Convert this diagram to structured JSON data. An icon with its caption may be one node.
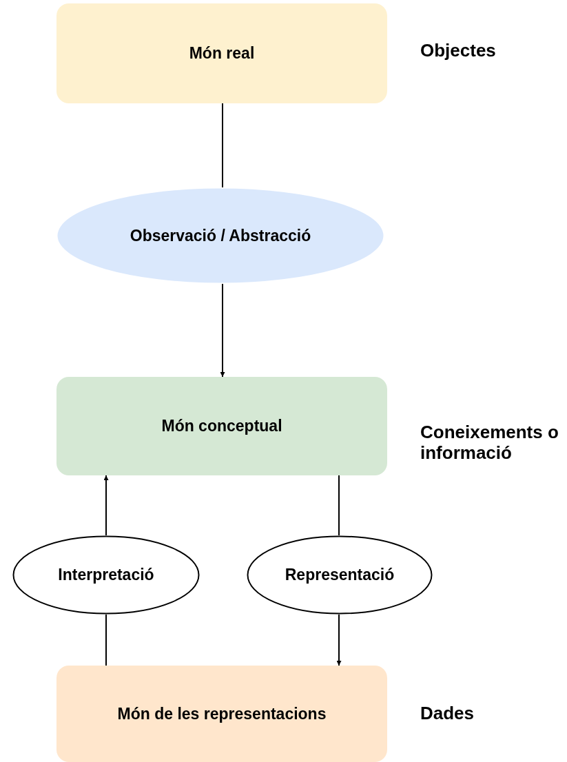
{
  "diagram": {
    "nodes": [
      {
        "text": [
          "Món real"
        ],
        "beside": [
          "Objectes"
        ]
      },
      {
        "text": [
          "Observació / Abstracció"
        ]
      },
      {
        "text": [
          "Món conceptual"
        ],
        "beside": [
          "Coneixements o informació"
        ]
      },
      {
        "text": [
          "Interpretació"
        ]
      },
      {
        "text": [
          "Representació"
        ]
      },
      {
        "text": [
          "Món de les representacions"
        ],
        "beside": [
          "Dades"
        ]
      }
    ],
    "edges": [
      {
        "from": 0,
        "to": 1,
        "arrow": "none"
      },
      {
        "from": 1,
        "to": 2,
        "arrow": "to"
      },
      {
        "from": 3,
        "to": 2,
        "arrow": "to"
      },
      {
        "from": 5,
        "to": 3,
        "arrow": "none"
      },
      {
        "from": 2,
        "to": 4,
        "arrow": "none"
      },
      {
        "from": 4,
        "to": 5,
        "arrow": "to"
      }
    ]
  }
}
